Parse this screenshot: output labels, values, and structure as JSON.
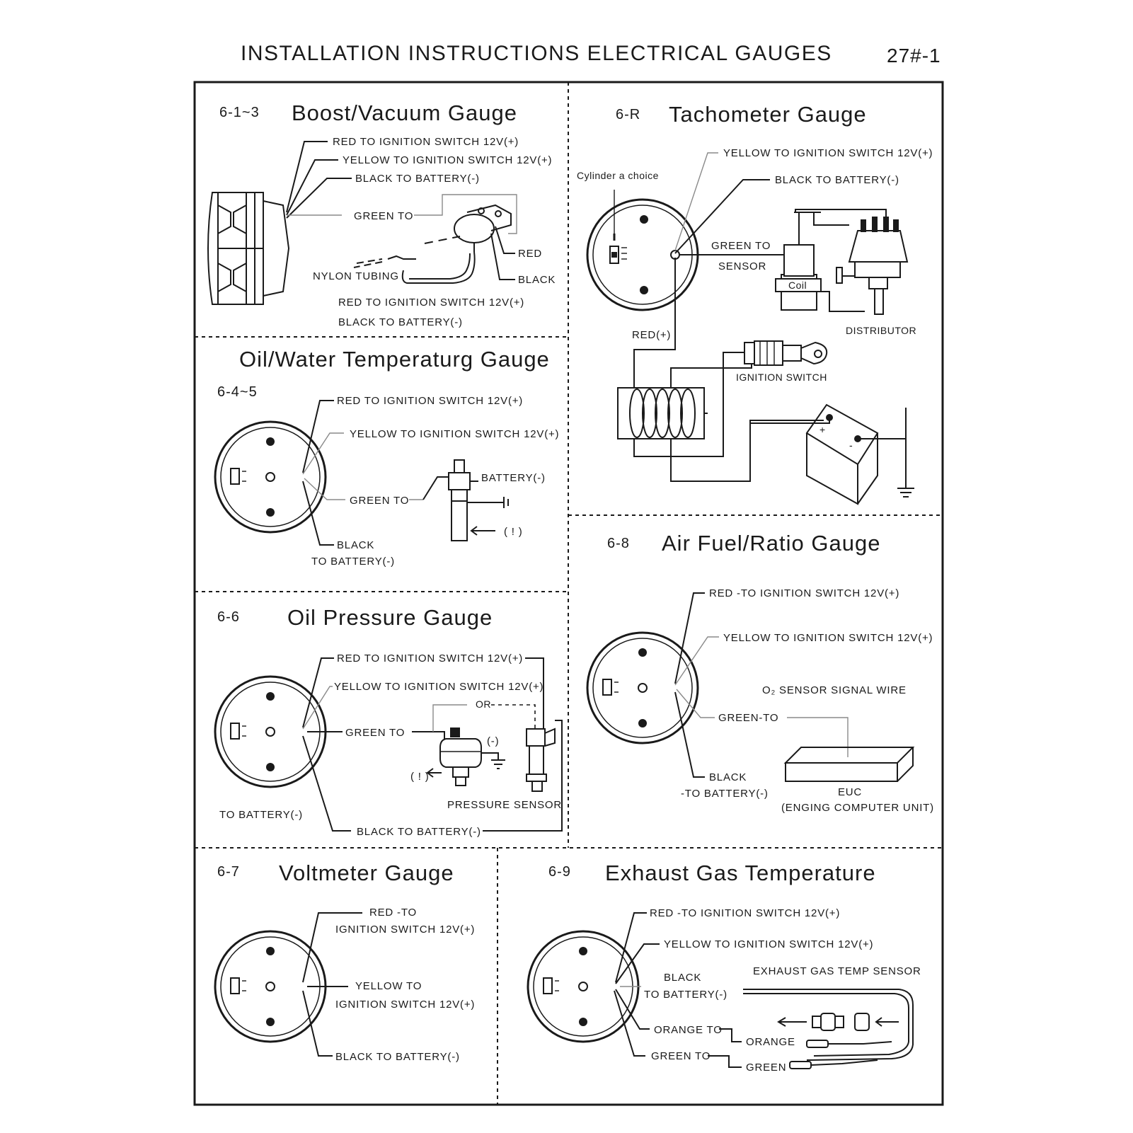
{
  "page": {
    "title": "INSTALLATION INSTRUCTIONS ELECTRICAL GAUGES",
    "code": "27#-1"
  },
  "panels": {
    "boost": {
      "code": "6-1~3",
      "title": "Boost/Vacuum Gauge",
      "red": "RED   TO IGNITION SWITCH 12V(+)",
      "yellow": "YELLOW   TO IGNITION SWITCH 12V(+)",
      "black": "BLACK   TO BATTERY(-)",
      "green": "GREEN TO",
      "sensor_red": "RED",
      "sensor_black": "BLACK",
      "tubing": "NYLON TUBING",
      "red2": "RED   TO IGNITION SWITCH 12V(+)",
      "black2": "BLACK   TO BATTERY(-)"
    },
    "tacho": {
      "code": "6-R",
      "title": "Tachometer Gauge",
      "cylinder": "Cylinder a choice",
      "yellow": "YELLOW   TO IGNITION SWITCH 12V(+)",
      "black": "BLACK   TO BATTERY(-)",
      "green": "GREEN TO",
      "sensor": "SENSOR",
      "coil": "Coil",
      "distributor": "DISTRIBUTOR",
      "red": "RED(+)",
      "ignition": "IGNITION SWITCH",
      "plus": "+",
      "minus": "-"
    },
    "oilwater": {
      "title": "Oil/Water Temperaturg Gauge",
      "code": "6-4~5",
      "red": "RED TO IGNITION SWITCH 12V(+)",
      "yellow": "YELLOW   TO IGNITION SWITCH 12V(+)",
      "green": "GREEN TO",
      "battery": "BATTERY(-)",
      "black": "BLACK",
      "to_battery": "TO BATTERY(-)",
      "warn": "( ! )"
    },
    "airfuel": {
      "code": "6-8",
      "title": "Air Fuel/Ratio Gauge",
      "red": "RED -TO IGNITION SWITCH 12V(+)",
      "yellow": "YELLOW   TO IGNITION SWITCH 12V(+)",
      "o2": "O₂  SENSOR SIGNAL WIRE",
      "green": "GREEN-TO",
      "black": "BLACK",
      "to_battery": "-TO BATTERY(-)",
      "euc": "EUC",
      "euc_full": "(ENGING COMPUTER UNIT)"
    },
    "oilpressure": {
      "code": "6-6",
      "title": "Oil Pressure Gauge",
      "red": "RED TO IGNITION SWITCH 12V(+)",
      "yellow": "YELLOW TO IGNITION SWITCH 12V(+)",
      "or": "OR",
      "green": "GREEN TO",
      "neg": "(-)",
      "warn": "( ! )",
      "pressure": "PRESSURE SENSOR",
      "to_battery": "TO BATTERY(-)",
      "black": "BLACK TO BATTERY(-)"
    },
    "volt": {
      "code": "6-7",
      "title": "Voltmeter Gauge",
      "red1": "RED -TO",
      "red2": "IGNITION SWITCH 12V(+)",
      "yellow1": "YELLOW   TO",
      "yellow2": "IGNITION SWITCH 12V(+)",
      "black": "BLACK  TO BATTERY(-)"
    },
    "egt": {
      "code": "6-9",
      "title": "Exhaust Gas Temperature",
      "red": "RED -TO IGNITION SWITCH 12V(+)",
      "yellow": "YELLOW   TO IGNITION SWITCH 12V(+)",
      "black1": "BLACK",
      "black2": "TO BATTERY(-)",
      "sensor": "EXHAUST GAS TEMP SENSOR",
      "orange_to": "ORANGE TO",
      "orange": "ORANGE",
      "green_to": "GREEN TO",
      "green": "GREEN"
    }
  }
}
